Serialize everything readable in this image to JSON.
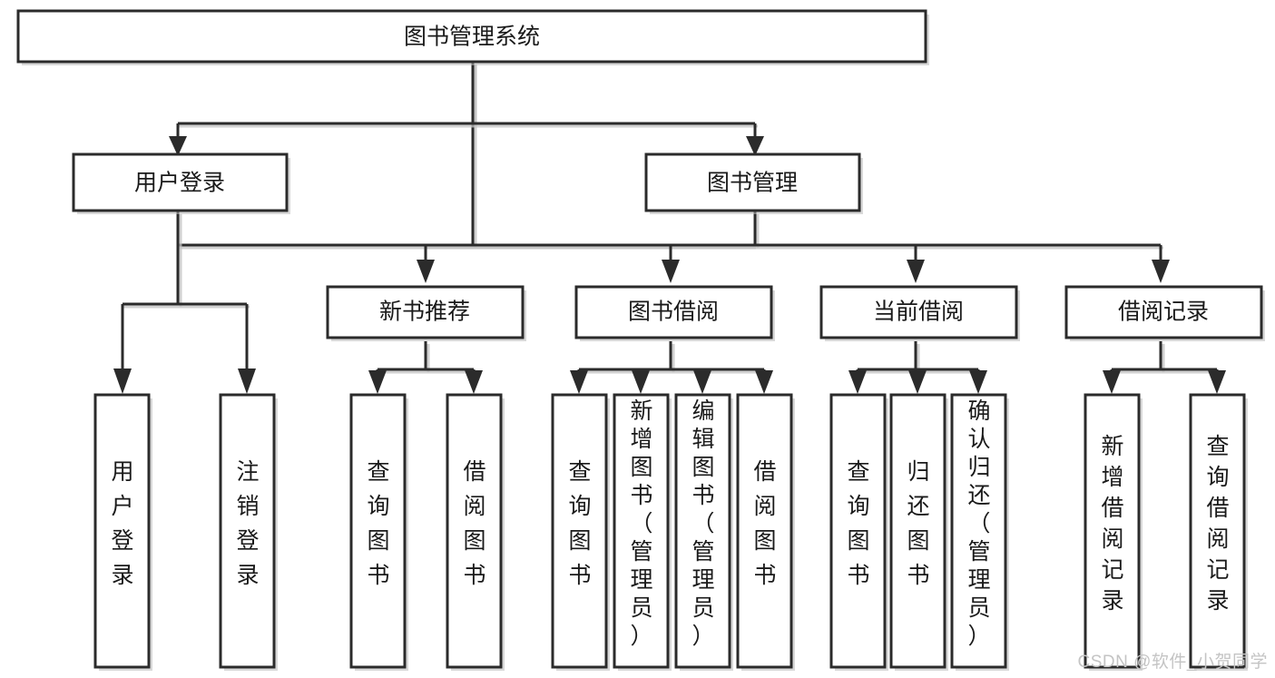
{
  "diagram": {
    "type": "tree-hierarchy",
    "title": "图书管理系统",
    "orientation": "top-down",
    "colors": {
      "box_stroke": "#2b2b2b",
      "box_fill": "#ffffff",
      "connector": "#2b2b2b",
      "text": "#1a1a1a",
      "watermark": "#c4c4c4",
      "background": "#ffffff"
    },
    "root": {
      "id": "root",
      "label": "图书管理系统"
    },
    "level2": [
      {
        "id": "user-login",
        "label": "用户登录"
      },
      {
        "id": "book-manage",
        "label": "图书管理"
      }
    ],
    "level3": [
      {
        "id": "new-book-recommend",
        "label": "新书推荐",
        "parent": "book-manage"
      },
      {
        "id": "book-borrow",
        "label": "图书借阅",
        "parent": "book-manage"
      },
      {
        "id": "current-borrow",
        "label": "当前借阅",
        "parent": "book-manage"
      },
      {
        "id": "borrow-record",
        "label": "借阅记录",
        "parent": "book-manage"
      }
    ],
    "leaves": {
      "user-login": [
        {
          "id": "leaf-user-login",
          "label": "用户登录"
        },
        {
          "id": "leaf-user-logout",
          "label": "注销登录"
        }
      ],
      "new-book-recommend": [
        {
          "id": "leaf-query-book-1",
          "label": "查询图书"
        },
        {
          "id": "leaf-borrow-book-1",
          "label": "借阅图书"
        }
      ],
      "book-borrow": [
        {
          "id": "leaf-query-book-2",
          "label": "查询图书"
        },
        {
          "id": "leaf-add-book",
          "label": "新增图书（管理员）"
        },
        {
          "id": "leaf-edit-book",
          "label": "编辑图书（管理员）"
        },
        {
          "id": "leaf-borrow-book-2",
          "label": "借阅图书"
        }
      ],
      "current-borrow": [
        {
          "id": "leaf-query-book-3",
          "label": "查询图书"
        },
        {
          "id": "leaf-return-book",
          "label": "归还图书"
        },
        {
          "id": "leaf-confirm-return",
          "label": "确认归还（管理员）"
        }
      ],
      "borrow-record": [
        {
          "id": "leaf-add-record",
          "label": "新增借阅记录"
        },
        {
          "id": "leaf-query-record",
          "label": "查询借阅记录"
        }
      ]
    }
  },
  "watermark": {
    "text": "CSDN @软件_小贺同学"
  }
}
